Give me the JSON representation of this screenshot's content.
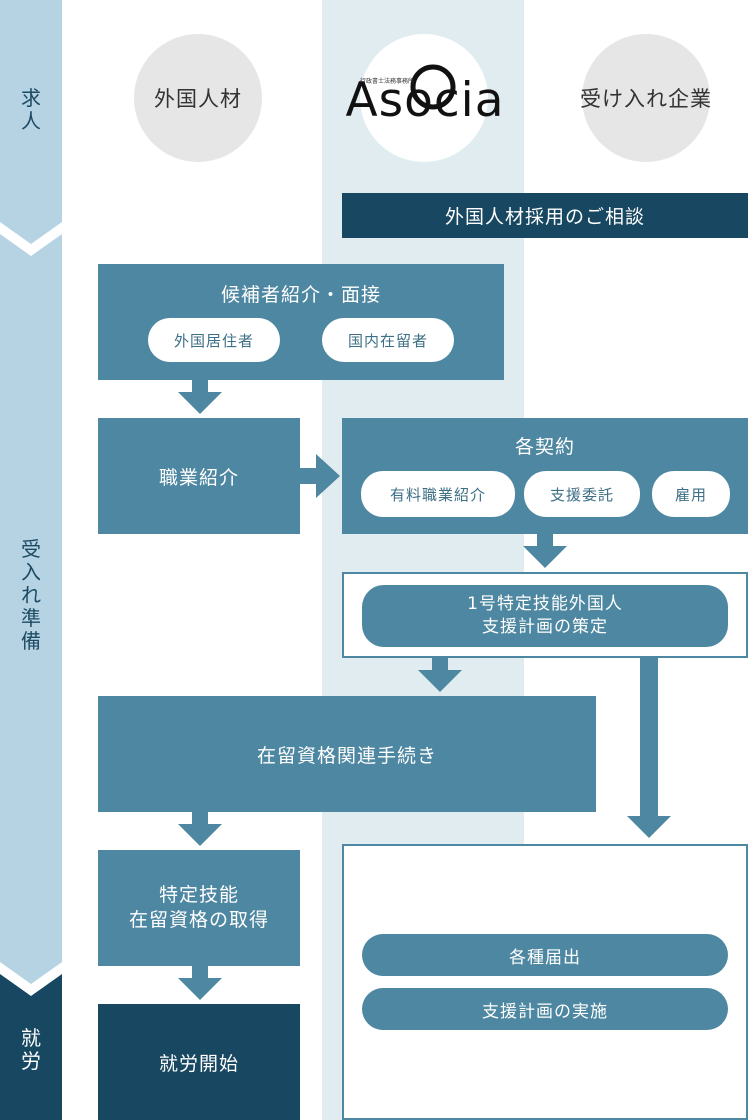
{
  "phases": {
    "recruit": [
      "求",
      "人"
    ],
    "prep": [
      "受",
      "入",
      "れ",
      "準",
      "備"
    ],
    "work": [
      "就",
      "労"
    ]
  },
  "actors": {
    "foreign": "外国人材",
    "logo_main": "Asocia",
    "logo_small": "行政書士法務事務所",
    "company": "受け入れ企業"
  },
  "consultation": "外国人材採用のご相談",
  "interview": {
    "title": "候補者紹介・面接",
    "options": [
      "外国居住者",
      "国内在留者"
    ]
  },
  "job_intro": "職業紹介",
  "contracts": {
    "title": "各契約",
    "items": [
      "有料職業紹介",
      "支援委託",
      "雇用"
    ]
  },
  "support_plan": [
    "1号特定技能外国人",
    "支援計画の策定"
  ],
  "residence_procedures": "在留資格関連手続き",
  "acquire": [
    "特定技能",
    "在留資格の取得"
  ],
  "start_work": "就労開始",
  "after": {
    "items": [
      "各種届出",
      "支援計画の実施"
    ]
  },
  "colors": {
    "phase_light": "#b6d3e3",
    "phase_dark": "#174761",
    "box": "#4e87a1",
    "dark_box": "#174761",
    "band": "#e1ecf1",
    "circle": "#e6e6e6"
  }
}
